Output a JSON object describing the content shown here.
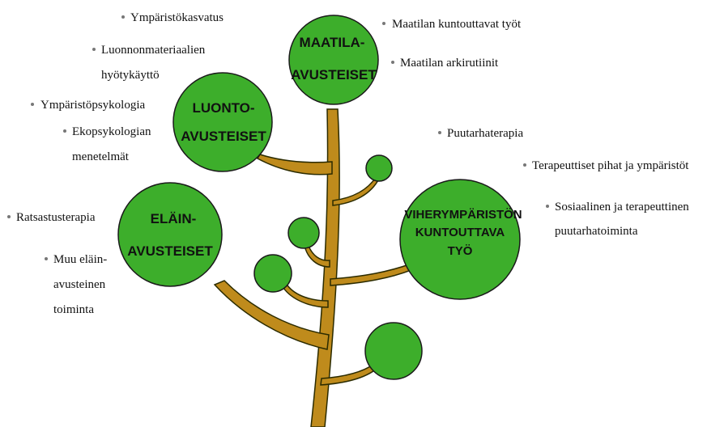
{
  "colors": {
    "trunk": "#bf8b1c",
    "trunk_stroke": "#2b2b00",
    "leaf_fill": "#3dae2b",
    "leaf_stroke": "#1a1a1a",
    "text": "#111111"
  },
  "circles": {
    "maatila": {
      "line1": "MAATILA-",
      "line2": "AVUSTEISET"
    },
    "luonto": {
      "line1": "LUONTO-",
      "line2": "AVUSTEISET"
    },
    "elain": {
      "line1": "ELÄIN-",
      "line2": "AVUSTEISET"
    },
    "viher": {
      "line1": "VIHERYMPÄRISTÖN",
      "line2": "KUNTOUTTAVA",
      "line3": "TYÖ"
    }
  },
  "labels": {
    "ymparistokasvatus": "Ympäristökasvatus",
    "luonnonmateriaalien_1": "Luonnonmateriaalien",
    "luonnonmateriaalien_2": "hyötykäyttö",
    "ymparistopsykologia": "Ympäristöpsykologia",
    "ekopsykologian_1": "Ekopsykologian",
    "ekopsykologian_2": "menetelmät",
    "maatilan_kuntouttavat": "Maatilan kuntouttavat työt",
    "maatilan_arkirutiinit": "Maatilan arkirutiinit",
    "puutarhaterapia": "Puutarhaterapia",
    "terapeuttiset_pihat": "Terapeuttiset pihat ja ympäristöt",
    "sosiaalinen_1": "Sosiaalinen ja terapeuttinen",
    "sosiaalinen_2": "puutarhatoiminta",
    "ratsastusterapia": "Ratsastusterapia",
    "muu_elain_1": "Muu eläin-",
    "muu_elain_2": "avusteinen",
    "muu_elain_3": "toiminta"
  }
}
